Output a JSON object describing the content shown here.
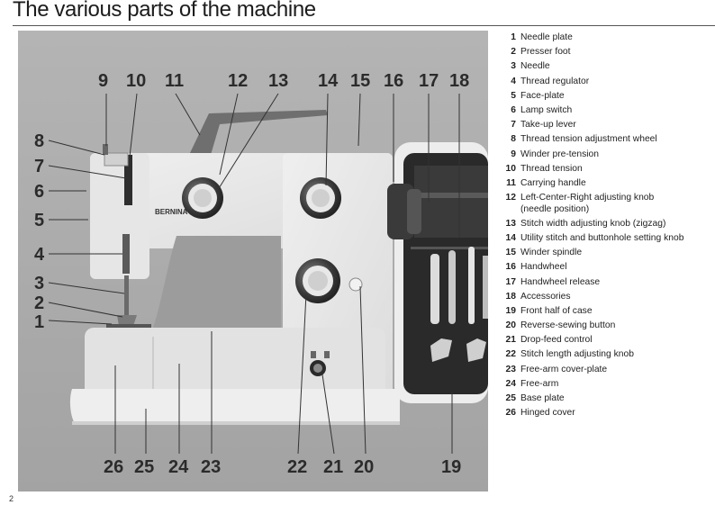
{
  "title": "The various parts of the machine",
  "page_number": "2",
  "brand_label": "BERNINA",
  "parts": [
    {
      "num": "1",
      "name": "Needle plate"
    },
    {
      "num": "2",
      "name": "Presser foot"
    },
    {
      "num": "3",
      "name": "Needle"
    },
    {
      "num": "4",
      "name": "Thread regulator"
    },
    {
      "num": "5",
      "name": "Face-plate"
    },
    {
      "num": "6",
      "name": "Lamp switch"
    },
    {
      "num": "7",
      "name": "Take-up lever"
    },
    {
      "num": "8",
      "name": "Thread tension adjustment wheel"
    },
    {
      "num": "9",
      "name": "Winder pre-tension"
    },
    {
      "num": "10",
      "name": "Thread tension"
    },
    {
      "num": "11",
      "name": "Carrying handle"
    },
    {
      "num": "12",
      "name": "Left-Center-Right adjusting knob\n(needle position)"
    },
    {
      "num": "13",
      "name": "Stitch width adjusting knob (zigzag)"
    },
    {
      "num": "14",
      "name": "Utility stitch and buttonhole setting knob"
    },
    {
      "num": "15",
      "name": "Winder spindle"
    },
    {
      "num": "16",
      "name": "Handwheel"
    },
    {
      "num": "17",
      "name": "Handwheel release"
    },
    {
      "num": "18",
      "name": "Accessories"
    },
    {
      "num": "19",
      "name": "Front half of case"
    },
    {
      "num": "20",
      "name": "Reverse-sewing button"
    },
    {
      "num": "21",
      "name": "Drop-feed control"
    },
    {
      "num": "22",
      "name": "Stitch length adjusting knob"
    },
    {
      "num": "23",
      "name": "Free-arm cover-plate"
    },
    {
      "num": "24",
      "name": "Free-arm"
    },
    {
      "num": "25",
      "name": "Base plate"
    },
    {
      "num": "26",
      "name": "Hinged cover"
    }
  ],
  "callouts": {
    "c1": "1",
    "c2": "2",
    "c3": "3",
    "c4": "4",
    "c5": "5",
    "c6": "6",
    "c7": "7",
    "c8": "8",
    "c9": "9",
    "c10": "10",
    "c11": "11",
    "c12": "12",
    "c13": "13",
    "c14": "14",
    "c15": "15",
    "c16": "16",
    "c17": "17",
    "c18": "18",
    "c19": "19",
    "c20": "20",
    "c21": "21",
    "c22": "22",
    "c23": "23",
    "c24": "24",
    "c25": "25",
    "c26": "26"
  }
}
